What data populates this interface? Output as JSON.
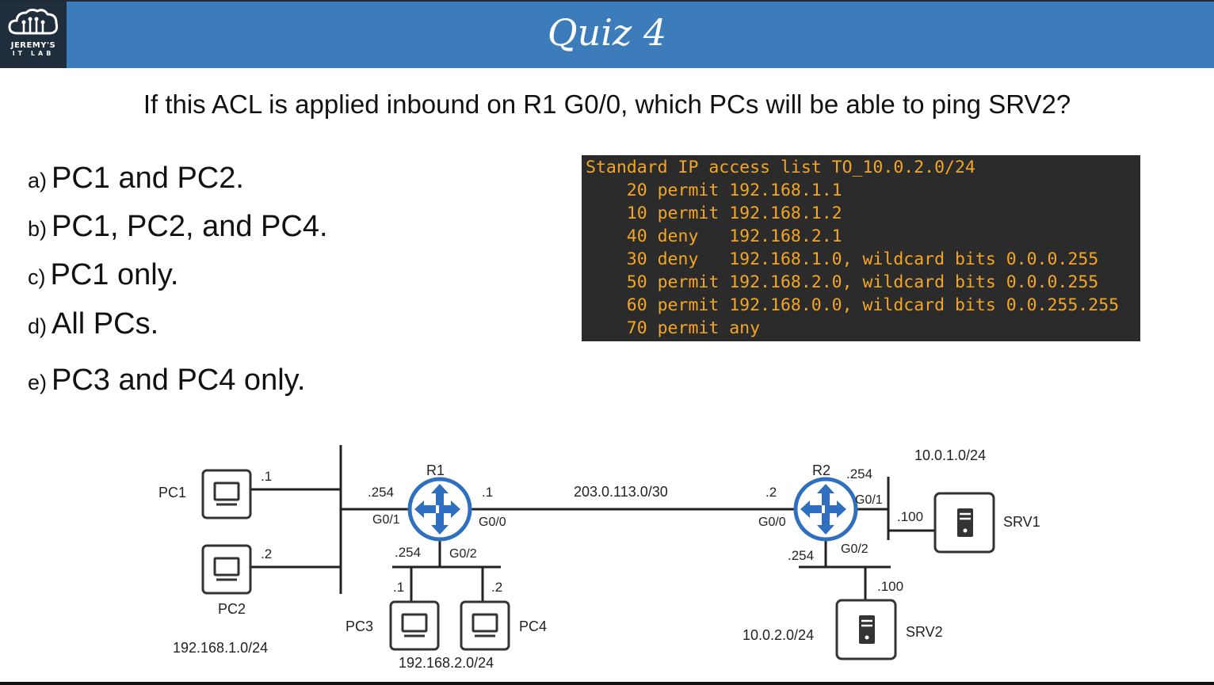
{
  "header": {
    "title": "Quiz 4",
    "logo_text": "JEREMY'S",
    "logo_sub": "IT LAB",
    "bg_color": "#3d7cba",
    "logo_bg_color": "#1f2d3d"
  },
  "question": "If this ACL is applied inbound on R1 G0/0, which PCs will be able to ping SRV2?",
  "answers": [
    {
      "letter": "a)",
      "text": "PC1 and PC2."
    },
    {
      "letter": "b)",
      "text": "PC1, PC2, and PC4."
    },
    {
      "letter": "c)",
      "text": "PC1 only."
    },
    {
      "letter": "d)",
      "text": "All PCs."
    },
    {
      "letter": "e)",
      "text": "PC3 and PC4 only."
    }
  ],
  "acl": {
    "lines": [
      "Standard IP access list TO_10.0.2.0/24",
      "    20 permit 192.168.1.1",
      "    10 permit 192.168.1.2",
      "    40 deny   192.168.2.1",
      "    30 deny   192.168.1.0, wildcard bits 0.0.0.255",
      "    50 permit 192.168.2.0, wildcard bits 0.0.0.255",
      "    60 permit 192.168.0.0, wildcard bits 0.0.255.255",
      "    70 permit any"
    ],
    "text_color": "#f5a623",
    "bg_color": "#2b2b2b"
  },
  "topology": {
    "devices": {
      "pc1": "PC1",
      "pc2": "PC2",
      "pc3": "PC3",
      "pc4": "PC4",
      "r1": "R1",
      "r2": "R2",
      "srv1": "SRV1",
      "srv2": "SRV2"
    },
    "networks": {
      "lan1": "192.168.1.0/24",
      "lan2": "192.168.2.0/24",
      "wan": "203.0.113.0/30",
      "srv1_net": "10.0.1.0/24",
      "srv2_net": "10.0.2.0/24"
    },
    "interfaces": {
      "r1_g01": "G0/1",
      "r1_g00": "G0/0",
      "r1_g02": "G0/2",
      "r2_g00": "G0/0",
      "r2_g01": "G0/1",
      "r2_g02": "G0/2"
    },
    "addresses": {
      "pc1": ".1",
      "pc2": ".2",
      "pc3": ".1",
      "pc4": ".2",
      "r1_g01": ".254",
      "r1_g00": ".1",
      "r1_g02": ".254",
      "r2_g00": ".2",
      "r2_g01": ".254",
      "r2_g02": ".254",
      "srv1": ".100",
      "srv2": ".100"
    },
    "router_color": "#2f6fc0"
  }
}
